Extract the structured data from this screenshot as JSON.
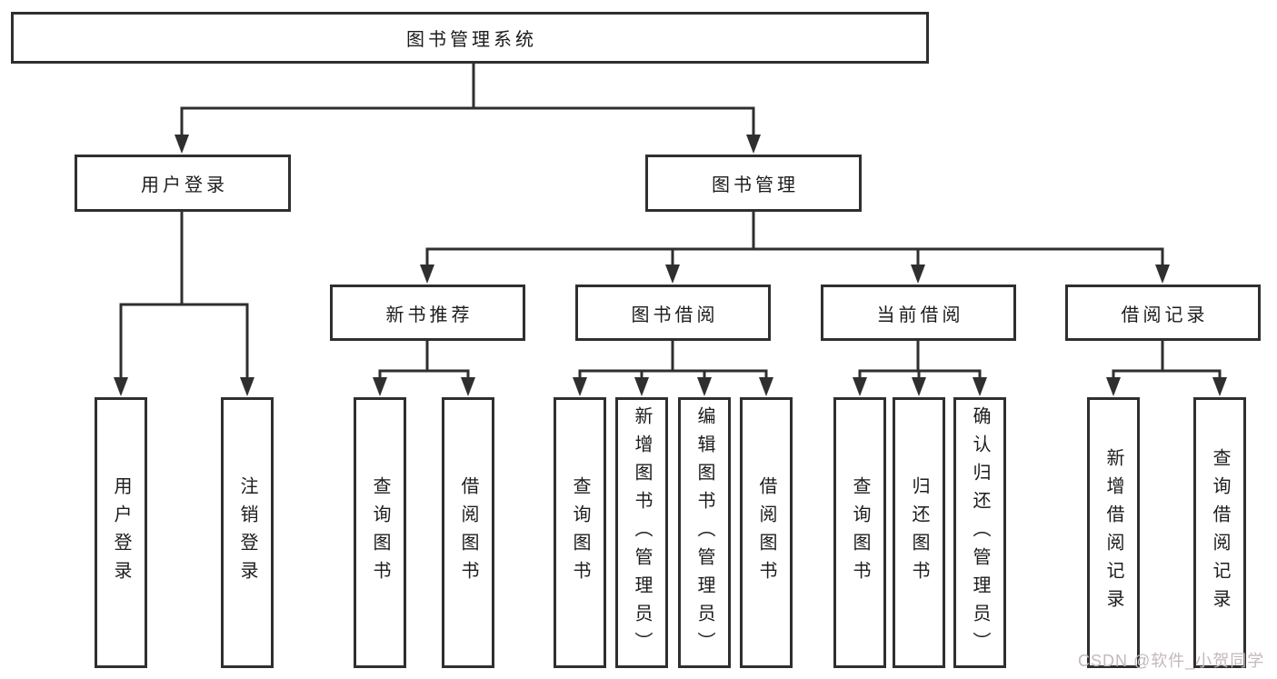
{
  "colors": {
    "line": "#2f2f2f",
    "text": "#1c1c1c",
    "background": "#ffffff",
    "watermark": "#c4b8ba"
  },
  "tree": {
    "label": "图书管理系统",
    "children": [
      {
        "label": "用户登录",
        "children": [
          {
            "label": "用户登录"
          },
          {
            "label": "注销登录"
          }
        ]
      },
      {
        "label": "图书管理",
        "children": [
          {
            "label": "新书推荐",
            "children": [
              {
                "label": "查询图书"
              },
              {
                "label": "借阅图书"
              }
            ]
          },
          {
            "label": "图书借阅",
            "children": [
              {
                "label": "查询图书"
              },
              {
                "label": "新增图书（管理员）"
              },
              {
                "label": "编辑图书（管理员）"
              },
              {
                "label": "借阅图书"
              }
            ]
          },
          {
            "label": "当前借阅",
            "children": [
              {
                "label": "查询图书"
              },
              {
                "label": "归还图书"
              },
              {
                "label": "确认归还（管理员）"
              }
            ]
          },
          {
            "label": "借阅记录",
            "children": [
              {
                "label": "新增借阅记录"
              },
              {
                "label": "查询借阅记录"
              }
            ]
          }
        ]
      }
    ]
  },
  "watermark": {
    "text": "CSDN @软件_小贺同学"
  }
}
